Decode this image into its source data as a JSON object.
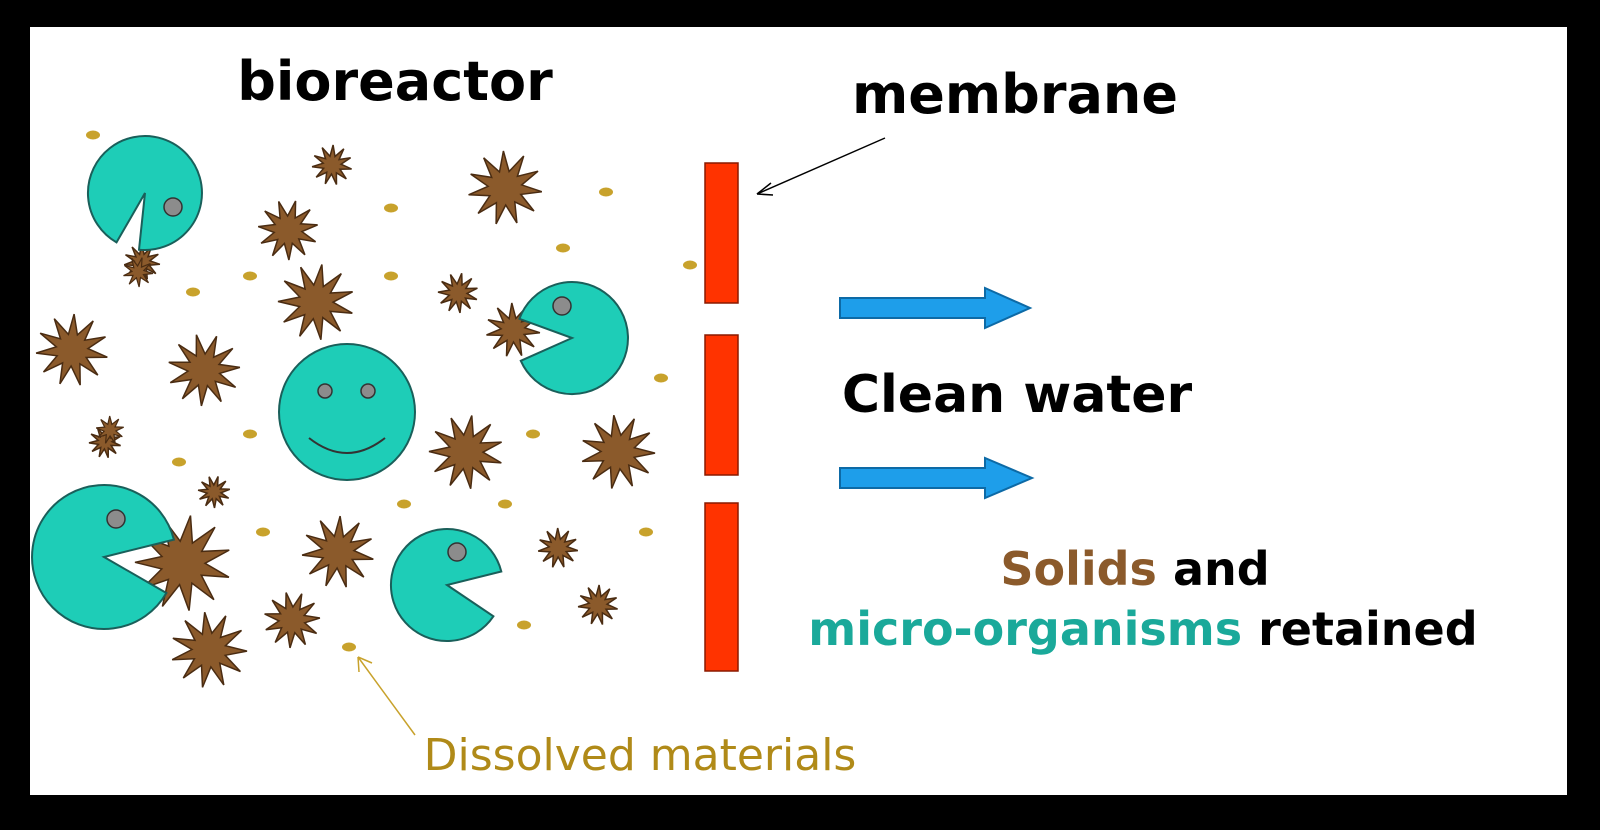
{
  "colors": {
    "background": "#000000",
    "panel": "#ffffff",
    "microorganism": "#1ecdb7",
    "microorganism_stroke": "#1a5f5a",
    "eye": "#8c8c8c",
    "solid": "#8b5a2b",
    "solid_stroke": "#4a2c12",
    "dissolved": "#c8a22c",
    "membrane": "#ff3300",
    "flow_arrow": "#1e9eea",
    "text_dark": "#000000",
    "text_solids": "#8b5a2b",
    "text_microorganisms": "#1aa99a",
    "text_dissolved": "#b08a18",
    "pointer_dissolved": "#c8a22c",
    "pointer_membrane": "#000000"
  },
  "labels": {
    "bioreactor": "bioreactor",
    "membrane": "membrane",
    "clean_water": "Clean water",
    "solids": "Solids",
    "and": "and",
    "microorganisms": "micro-organisms",
    "retained": "retained",
    "dissolved": "Dissolved materials"
  },
  "elements": {
    "microorganism_count": 5,
    "solid_particle_count": 22,
    "dissolved_particle_count": 18,
    "membrane_segment_count": 3,
    "flow_arrow_count": 2
  }
}
